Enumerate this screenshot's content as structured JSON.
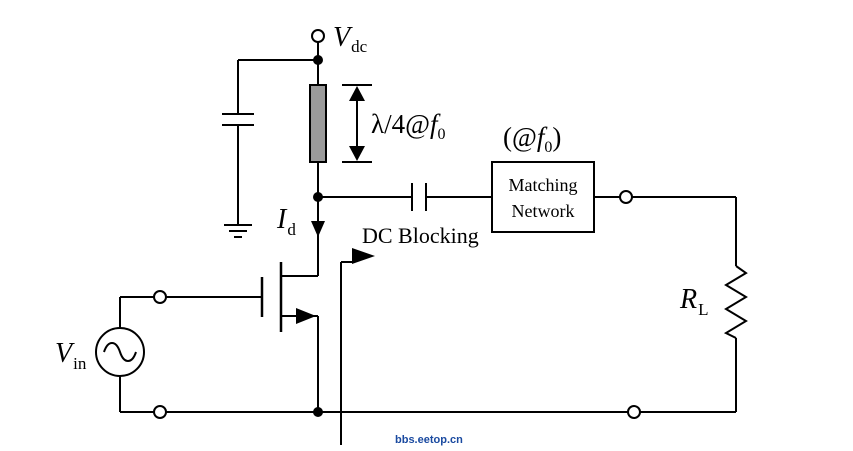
{
  "labels": {
    "vdc_main": "V",
    "vdc_sub": "dc",
    "id_main": "I",
    "id_sub": "d",
    "quarter_wave_prefix": "λ/4@",
    "quarter_wave_f": "f",
    "quarter_wave_sub": "0",
    "matching_freq_open": "(@",
    "matching_freq_f": "f",
    "matching_freq_sub": "0",
    "matching_freq_close": ")",
    "matching_line1": "Matching",
    "matching_line2": "Network",
    "dc_blocking": "DC Blocking",
    "rl_main": "R",
    "rl_sub": "L",
    "vin_main": "V",
    "vin_sub": "in",
    "watermark": "bbs.eetop.cn"
  },
  "colors": {
    "wire": "#000000",
    "transmission_line": "#9a9a9a",
    "watermark": "#1a4aa0"
  }
}
